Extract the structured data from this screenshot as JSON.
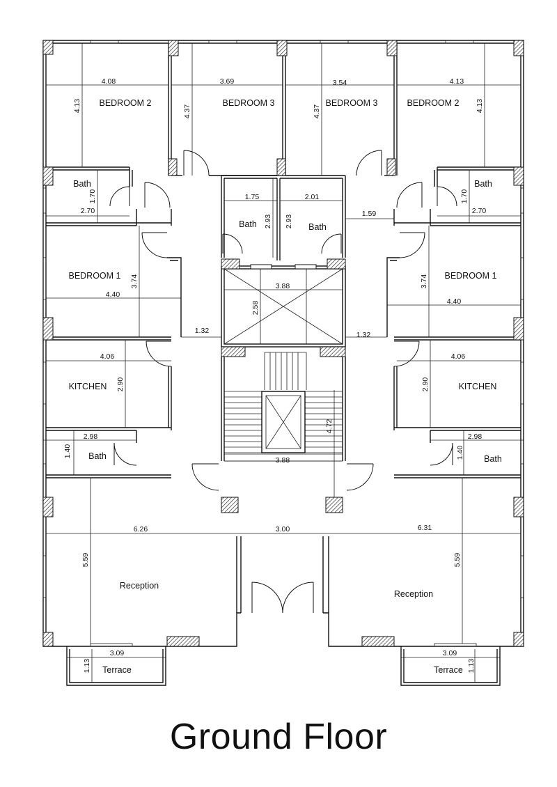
{
  "title": "Ground Floor",
  "rooms": {
    "bedroom2_left": "BEDROOM 2",
    "bedroom3_left": "BEDROOM 3",
    "bedroom3_right": "BEDROOM 3",
    "bedroom2_right": "BEDROOM 2",
    "bath_tl": "Bath",
    "bath_cl": "Bath",
    "bath_cr": "Bath",
    "bath_tr": "Bath",
    "bedroom1_left": "BEDROOM 1",
    "bedroom1_right": "BEDROOM 1",
    "kitchen_left": "KITCHEN",
    "kitchen_right": "KITCHEN",
    "bath_bl": "Bath",
    "bath_br": "Bath",
    "reception_left": "Reception",
    "reception_right": "Reception",
    "terrace_left": "Terrace",
    "terrace_right": "Terrace"
  },
  "dims": {
    "b2l_w": "4.08",
    "b2l_h": "4.13",
    "b3l_w": "3.69",
    "b3l_h": "4.37",
    "b3r_w": "3.54",
    "b3r_h": "4.37",
    "b2r_w": "4.13",
    "b2r_h": "4.13",
    "bathtl_w": "2.70",
    "bathtl_h": "1.70",
    "bathtr_w": "2.70",
    "bathtr_h": "1.70",
    "bathcl_w": "1.75",
    "bathcl_h": "2.93",
    "bathcr_w": "2.01",
    "bathcr_h": "2.93",
    "corr_r": "1.59",
    "b1l_w": "4.40",
    "b1l_h": "3.74",
    "b1r_w": "4.40",
    "b1r_h": "3.74",
    "lift_w": "3.88",
    "lift_h": "2.58",
    "corr_l2": "1.32",
    "corr_r2": "1.32",
    "kl_w": "4.06",
    "kl_h": "2.90",
    "kr_w": "4.06",
    "kr_h": "2.90",
    "stair_h": "4.72",
    "stair_w": "3.88",
    "bathbl_w": "2.98",
    "bathbl_h": "1.40",
    "bathbr_w": "2.98",
    "bathbr_h": "1.40",
    "recl_w": "6.26",
    "recl_h": "5.59",
    "entry_w": "3.00",
    "recr_w": "6.31",
    "recr_h": "5.59",
    "terl_w": "3.09",
    "terl_h": "1.13",
    "terr_w": "3.09",
    "terr_h": "1.13"
  }
}
